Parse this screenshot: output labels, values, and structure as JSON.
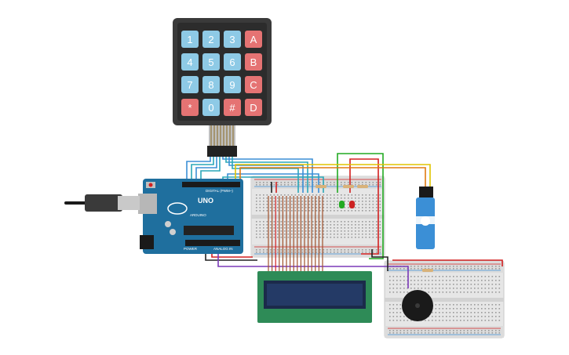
{
  "keypad": {
    "keys": [
      {
        "label": "1",
        "type": "num"
      },
      {
        "label": "2",
        "type": "num"
      },
      {
        "label": "3",
        "type": "num"
      },
      {
        "label": "A",
        "type": "fn"
      },
      {
        "label": "4",
        "type": "num"
      },
      {
        "label": "5",
        "type": "num"
      },
      {
        "label": "6",
        "type": "num"
      },
      {
        "label": "B",
        "type": "fn"
      },
      {
        "label": "7",
        "type": "num"
      },
      {
        "label": "8",
        "type": "num"
      },
      {
        "label": "9",
        "type": "num"
      },
      {
        "label": "C",
        "type": "fn"
      },
      {
        "label": "*",
        "type": "fn"
      },
      {
        "label": "0",
        "type": "num"
      },
      {
        "label": "#",
        "type": "fn"
      },
      {
        "label": "D",
        "type": "fn"
      }
    ],
    "colors": {
      "num": "#8ecae6",
      "fn": "#e57373",
      "body": "#3a3a3a"
    }
  },
  "arduino": {
    "brand": "UNO",
    "logo": "ARDUINO",
    "digital_header": "DIGITAL (PWM~)",
    "power_header": "POWER",
    "analog_header": "ANALOG IN",
    "board_color": "#1f6f9e"
  },
  "components": {
    "usb_cable": "usb-cable",
    "servo": "servo-motor",
    "lcd": "lcd-16x2",
    "buzzer": "piezo-buzzer",
    "led_green": "#22aa22",
    "led_red": "#cc2222"
  },
  "wire_colors": {
    "blue": "#3b8fd6",
    "teal": "#2aa7b8",
    "green": "#22aa22",
    "red": "#d32020",
    "yellow": "#e0c400",
    "orange": "#e07a10",
    "black": "#222222",
    "purple": "#7a3ab8",
    "brown": "#a0522d"
  }
}
